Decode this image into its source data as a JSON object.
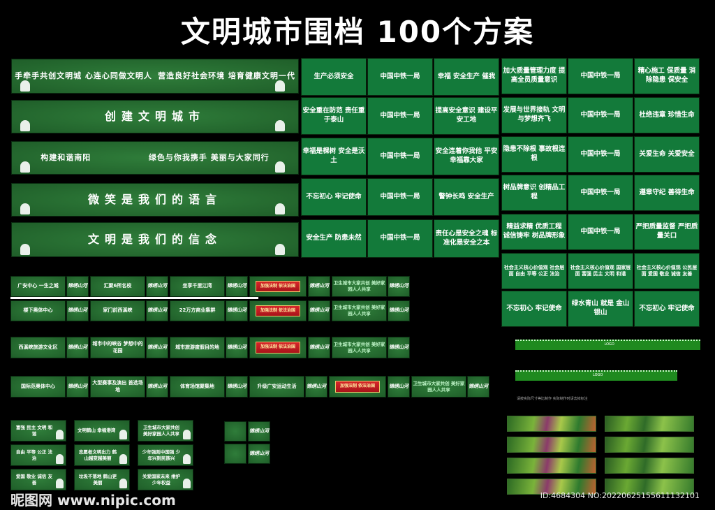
{
  "title": "文明城市围档 100个方案",
  "left_banners": [
    {
      "lines": [
        "手牵手共创文明城 心连心同做文明人",
        "营造良好社会环境 培育健康文明一代"
      ]
    },
    {
      "lines": [
        "创建文明城市"
      ]
    },
    {
      "lines": [
        "构建和谐南阳",
        "绿色与你我携手 美丽与大家同行"
      ]
    },
    {
      "lines": [
        "微笑是我们的语言"
      ]
    },
    {
      "lines": [
        "文明是我们的信念"
      ]
    }
  ],
  "mid_grid": [
    [
      "生产必须安全",
      "中国中铁一局",
      "幸福 安全生产 催我"
    ],
    [
      "安全重在防范 责任重于泰山",
      "中国中铁一局",
      "提高安全意识 建设平安工地"
    ],
    [
      "幸福是棵树 安全是沃土",
      "中国中铁一局",
      "安全连着你我他 平安幸福靠大家"
    ],
    [
      "不忘初心 牢记使命",
      "中国中铁一局",
      "警钟长鸣 安全生产"
    ],
    [
      "安全生产 防患未然",
      "中国中铁一局",
      "责任心是安全之魂 标准化是安全之本"
    ]
  ],
  "right_grid": [
    [
      "加大质量管理力度 提高全员质量意识",
      "中国中铁一局",
      "精心施工 保质量 消除隐患 保安全"
    ],
    [
      "发展与世界接轨 文明与梦想齐飞",
      "中国中铁一局",
      "杜绝违章 珍惜生命"
    ],
    [
      "隐患不除根 事故根连根",
      "中国中铁一局",
      "关爱生命 关爱安全"
    ],
    [
      "树品牌意识 创精品工程",
      "中国中铁一局",
      "遵章守纪 善待生命"
    ],
    [
      "精益求精 优质工程 诚信铸牢 树品牌形象",
      "中国中铁一局",
      "严把质量监督 严把质量关口"
    ],
    [
      "社会主义核心价值观 社会层面 自由 平等 公正 法治",
      "社会主义核心价值观 国家层面 富强 民主 文明 和谐",
      "社会主义核心价值观 公民层面 爱国 敬业 诚信 友善"
    ],
    [
      "不忘初心 牢记使命",
      "绿水青山 就是 金山银山",
      "不忘初心 牢记使命"
    ]
  ],
  "lower_rows": [
    [
      "广安中心 一生之城",
      "汇聚6所名校",
      "坐享千里江湾"
    ],
    [
      "楼下奥体中心",
      "家门前西溪峡",
      "22万方商业集群"
    ],
    [
      "西溪峡旅游文化区",
      "城市中的峡谷 梦想中的花园",
      "城市旅游度假目的地"
    ],
    [
      "国际范奥体中心",
      "大型赛事及演出 首选场地",
      "体育场馆聚集地",
      "升级广安运动生活"
    ]
  ],
  "lower_logo": "锦绣山河",
  "red_panel": "加强法制 依法治国",
  "green_slogan": "卫生城市大家共创 美好家园人人共享",
  "small_grid": [
    [
      "富强 民主 文明 和谐",
      "文明鹤山 幸福港湾",
      "卫生城市大家共创 美好家园人人共享"
    ],
    [
      "自由 平等 公正 法治",
      "志愿者文明出力 鹤山越变越美丽",
      "少年强则中国强 少年兴则民族兴"
    ],
    [
      "爱国 敬业 诚信 友善",
      "垃圾不落地 鹤山更美丽",
      "关爱国家未来 维护少年权益"
    ]
  ],
  "wall_labels": [
    "LOGO"
  ],
  "wall_note": "请按实际尺寸等比制作 实际制作时请去掉标注",
  "watermark": "昵图网 www.nipic.com",
  "image_id": "ID:4684304 NO:20220625155611132101",
  "colors": {
    "panel_green": "#2f7d3a",
    "grid_green": "#137a3a",
    "red": "#d8262a",
    "bg": "#000000"
  }
}
